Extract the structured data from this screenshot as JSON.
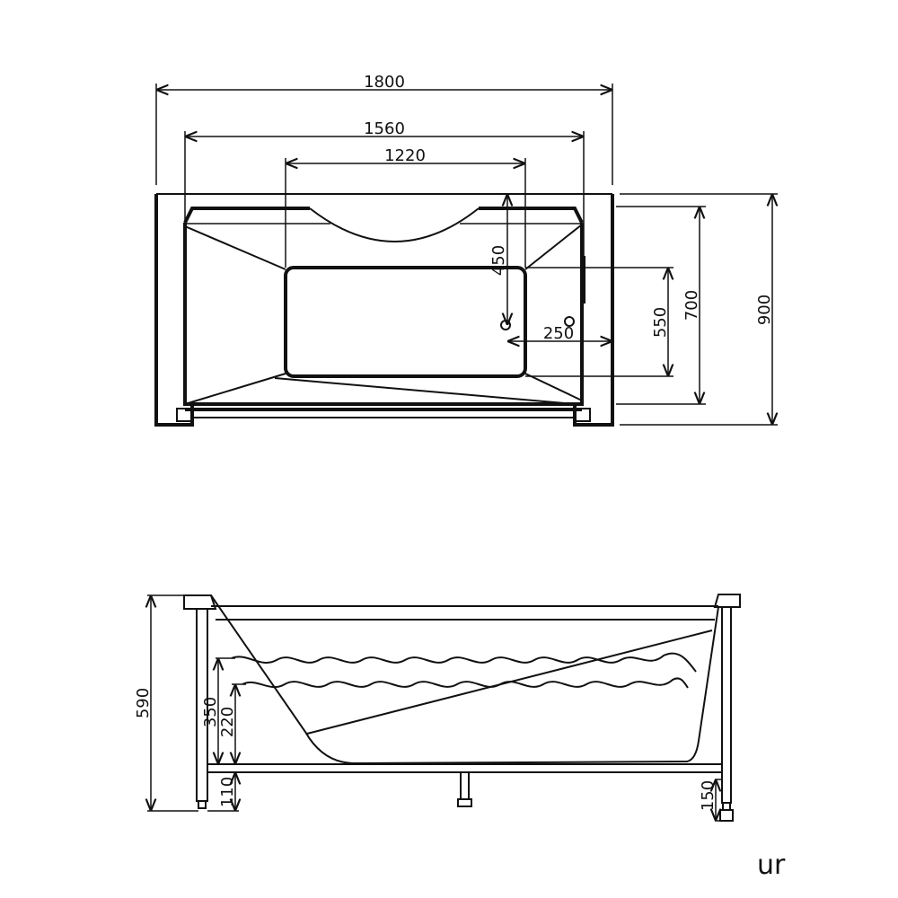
{
  "top_view": {
    "dims": {
      "overall_length": "1800",
      "rim_length": "1560",
      "bottom_length": "1220",
      "width_total": "900",
      "width_inner": "700",
      "bottom_width": "550",
      "drain_offset_y": "450",
      "drain_offset_x": "250"
    }
  },
  "side_view": {
    "dims": {
      "total_height": "590",
      "water_level_high": "350",
      "water_level_low": "220",
      "frame_height": "110",
      "leg_height": "150"
    }
  },
  "brand": "ur"
}
